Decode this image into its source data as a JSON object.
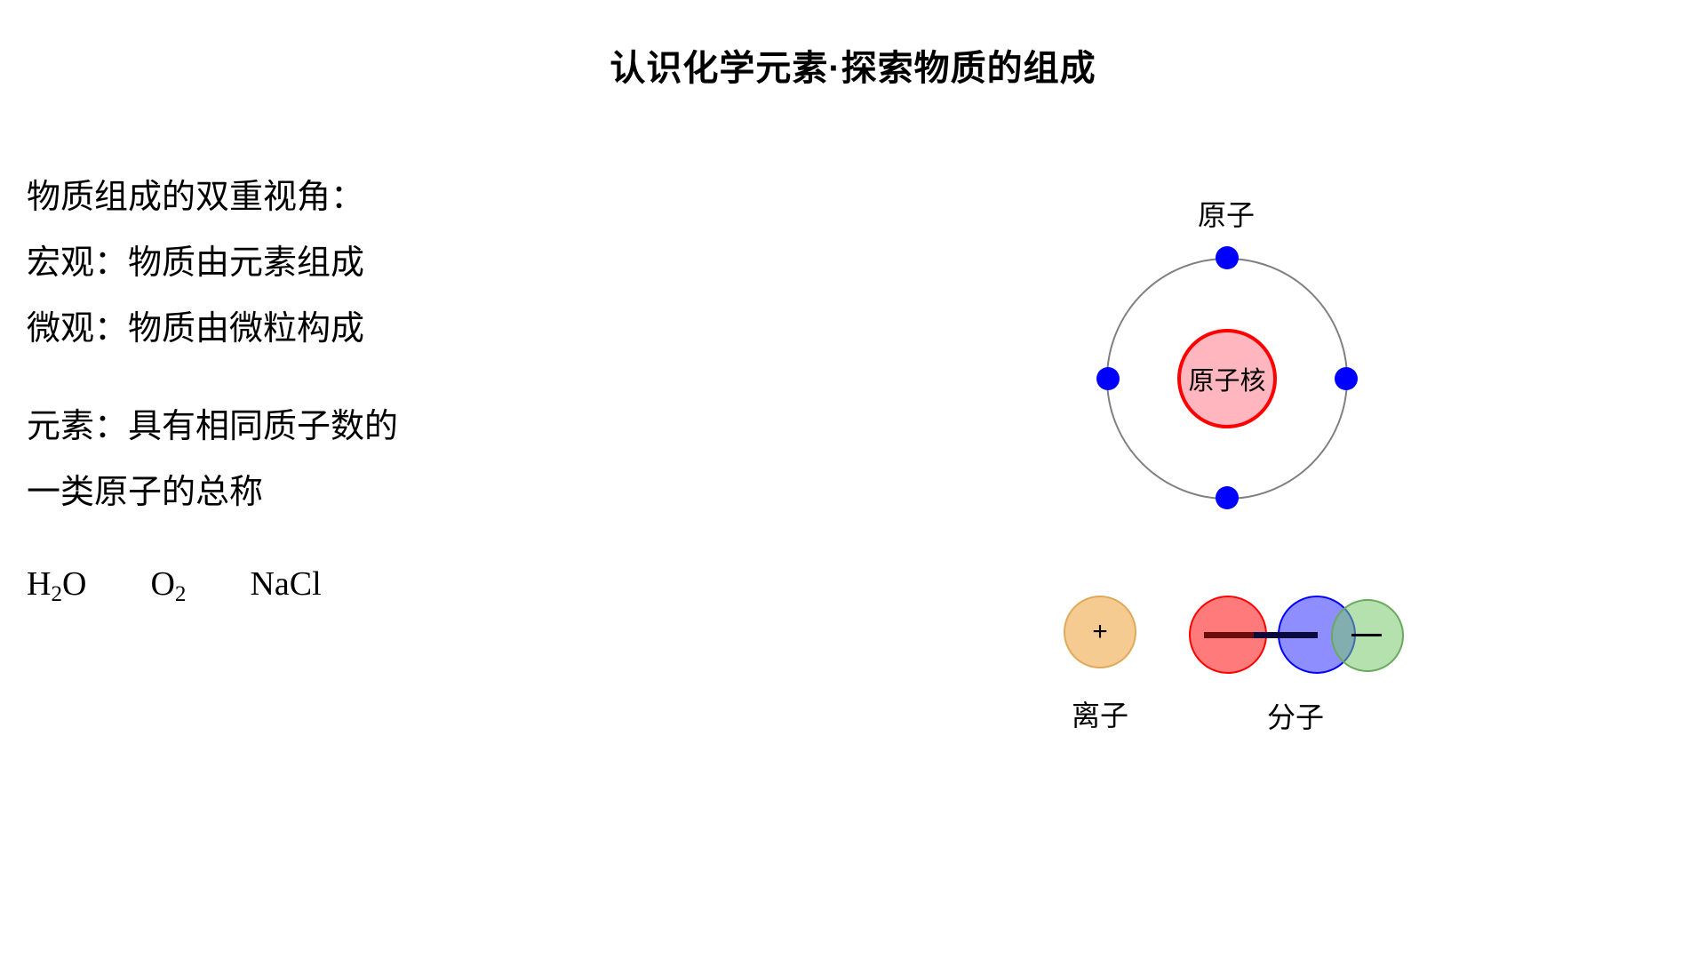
{
  "title": "认识化学元素·探索物质的组成",
  "left_panel": {
    "heading": "物质组成的双重视角：",
    "perspectives": [
      "宏观：物质由元素组成",
      "微观：物质由微粒构成"
    ],
    "element_definition": [
      "元素：具有相同质子数的",
      "一类原子的总称"
    ],
    "formulas": [
      {
        "main": "H",
        "sub": "2",
        "tail": "O"
      },
      {
        "main": "O",
        "sub": "2",
        "tail": ""
      },
      {
        "main": "NaCl",
        "sub": "",
        "tail": ""
      }
    ]
  },
  "diagram": {
    "atom": {
      "caption": "原子",
      "nucleus_label": "原子核",
      "electron_count": 4,
      "colors": {
        "orbit": "#808080",
        "nucleus_fill": "#ffb6be",
        "nucleus_border": "#ff0000",
        "electron": "#0000ff"
      }
    },
    "ion": {
      "caption": "离子",
      "charge_symbol": "+",
      "colors": {
        "fill": "#f5cb92",
        "border": "#e0a85a"
      }
    },
    "molecule": {
      "caption": "分子",
      "atoms": [
        {
          "name": "atom-red",
          "color": "#ff0000"
        },
        {
          "name": "atom-blue",
          "color": "#0000ff"
        },
        {
          "name": "atom-green",
          "color": "#6aa95e"
        }
      ]
    }
  }
}
